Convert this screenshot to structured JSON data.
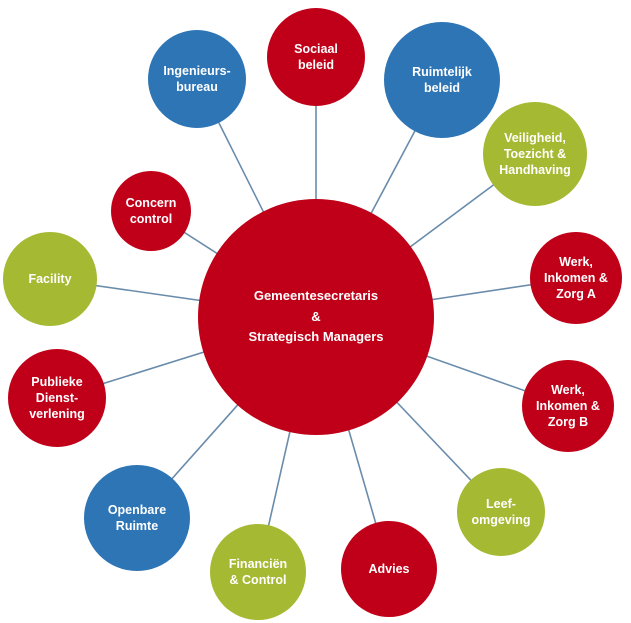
{
  "colors": {
    "red": "#C00018",
    "blue": "#2E75B6",
    "green": "#A5B933",
    "line": "#6A8CAB"
  },
  "hub": {
    "label": "Gemeentesecretaris\n&\nStrategisch Managers",
    "color": "red"
  },
  "nodes": [
    {
      "id": "sociaal-beleid",
      "label": "Sociaal\nbeleid",
      "color": "red"
    },
    {
      "id": "ruimtelijk-beleid",
      "label": "Ruimtelijk\nbeleid",
      "color": "blue"
    },
    {
      "id": "veiligheid-toezicht-handhaving",
      "label": "Veiligheid,\nToezicht &\nHandhaving",
      "color": "green"
    },
    {
      "id": "werk-inkomen-zorg-a",
      "label": "Werk,\nInkomen &\nZorg A",
      "color": "red"
    },
    {
      "id": "werk-inkomen-zorg-b",
      "label": "Werk,\nInkomen &\nZorg B",
      "color": "red"
    },
    {
      "id": "leefomgeving",
      "label": "Leef-\nomgeving",
      "color": "green"
    },
    {
      "id": "advies",
      "label": "Advies",
      "color": "red"
    },
    {
      "id": "financien-control",
      "label": "Financiën\n& Control",
      "color": "green"
    },
    {
      "id": "openbare-ruimte",
      "label": "Openbare\nRuimte",
      "color": "blue"
    },
    {
      "id": "publieke-dienstverlening",
      "label": "Publieke\nDienst-\nverlening",
      "color": "red"
    },
    {
      "id": "facility",
      "label": "Facility",
      "color": "green"
    },
    {
      "id": "concern-control",
      "label": "Concern\ncontrol",
      "color": "red"
    },
    {
      "id": "ingenieursbureau",
      "label": "Ingenieurs-\nbureau",
      "color": "blue"
    }
  ]
}
